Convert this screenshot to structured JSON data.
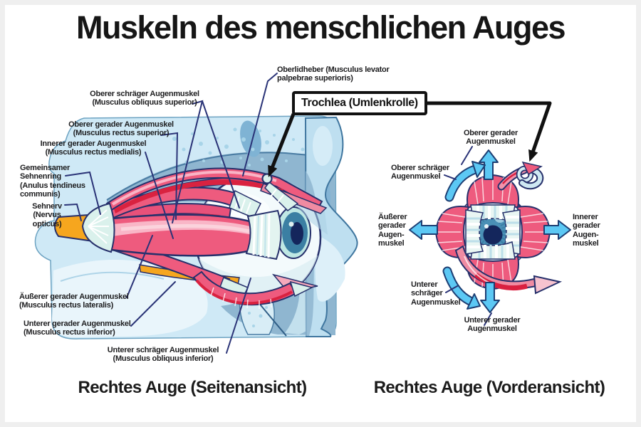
{
  "title": "Muskeln des menschlichen Auges",
  "colors": {
    "muscle_pink": "#ee5b7e",
    "muscle_red": "#d92240",
    "outline_navy": "#26306b",
    "leader_navy": "#2a3377",
    "bone_light": "#cfe9f6",
    "bone_mid": "#8fb6d0",
    "arrow_blue": "#5cc8f4",
    "nerve_orange": "#f6a61e",
    "iris_blue": "#4a90b6",
    "pupil_navy": "#14265c",
    "tendon_mint": "#daf1ec"
  },
  "side_view": {
    "caption": "Rechtes Auge (Seitenansicht)",
    "trochlea_box_label": "Trochlea (Umlenkrolle)",
    "labels": [
      {
        "line1": "Oberer schräger Augenmuskel",
        "line2": "(Musculus obliquus superior)"
      },
      {
        "line1": "Oberlidheber (Musculus levator",
        "line2": "palpebrae superioris)"
      },
      {
        "line1": "Oberer gerader Augenmuskel",
        "line2": "(Musculus rectus superior)"
      },
      {
        "line1": "Innerer gerader Augenmuskel",
        "line2": "(Musculus rectus medialis)"
      },
      {
        "line1": "Gemeinsamer",
        "line2": "Sehnenring",
        "line3": "(Anulus tendineus",
        "line4": "communis)"
      },
      {
        "line1": "Sehnerv",
        "line2": "(Nervus",
        "line3": "opticus)"
      },
      {
        "line1": "Äußerer gerader Augenmuskel",
        "line2": "(Musculus rectus lateralis)"
      },
      {
        "line1": "Unterer gerader Augenmuskel",
        "line2": "(Musculus rectus inferior)"
      },
      {
        "line1": "Unterer schräger Augenmuskel",
        "line2": "(Musculus obliquus inferior)"
      }
    ]
  },
  "front_view": {
    "caption": "Rechtes Auge (Vorderansicht)",
    "labels": [
      {
        "line1": "Oberer gerader",
        "line2": "Augenmuskel"
      },
      {
        "line1": "Oberer schräger",
        "line2": "Augenmuskel"
      },
      {
        "line1": "Äußerer",
        "line2": "gerader",
        "line3": "Augen-",
        "line4": "muskel"
      },
      {
        "line1": "Innerer",
        "line2": "gerader",
        "line3": "Augen-",
        "line4": "muskel"
      },
      {
        "line1": "Unterer",
        "line2": "schräger",
        "line3": "Augenmuskel"
      },
      {
        "line1": "Unterer gerader",
        "line2": "Augenmuskel"
      }
    ]
  }
}
